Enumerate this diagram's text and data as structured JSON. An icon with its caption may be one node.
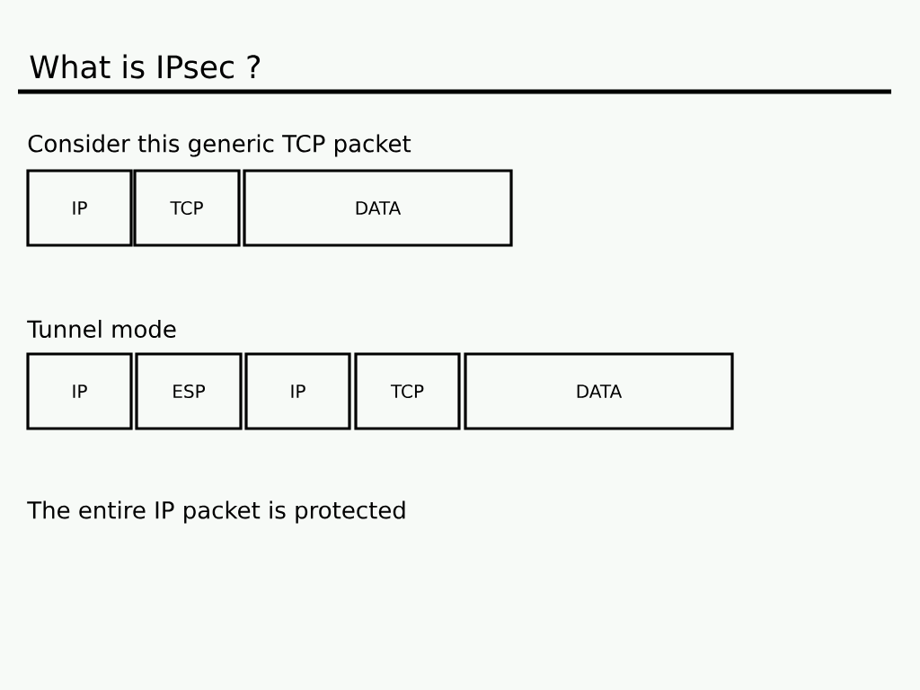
{
  "diagram": {
    "title": "What is IPsec ?",
    "nodes": [
      {
        "text": [
          "IP"
        ]
      },
      {
        "text": [
          "TCP"
        ]
      },
      {
        "text": [
          "DATA"
        ]
      },
      {
        "text": [
          "IP"
        ]
      },
      {
        "text": [
          "ESP"
        ]
      },
      {
        "text": [
          "IP"
        ]
      },
      {
        "text": [
          "TCP"
        ]
      },
      {
        "text": [
          "DATA"
        ]
      }
    ],
    "edges": [],
    "labels": [
      "Consider this generic TCP packet",
      "Tunnel mode",
      "The entire IP packet is protected"
    ]
  }
}
